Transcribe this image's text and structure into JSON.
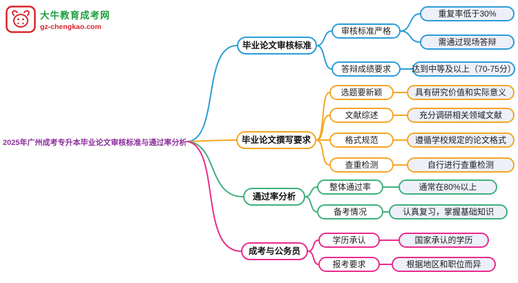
{
  "logo": {
    "site_name": "大牛教育成考网",
    "site_url": "gz-chengkao.com",
    "icon": "bull-logo",
    "brand_green": "#1e9e40",
    "brand_red": "#d7262c"
  },
  "mindmap": {
    "root": {
      "label": "2025年广州成考专升本毕业论文审核标准与通过率分析",
      "color": "#8b2f9c"
    },
    "branch_colors": [
      "#2b9cd8",
      "#f5a623",
      "#3eb07c",
      "#ea2a8c"
    ],
    "branches": [
      {
        "label": "毕业论文审核标准",
        "color": "#2b9cd8",
        "children": [
          {
            "label": "审核标准严格",
            "children": [
              {
                "label": "重复率低于30%"
              },
              {
                "label": "需通过现场答辩"
              }
            ]
          },
          {
            "label": "答辩成绩要求",
            "children": [
              {
                "label": "达到中等及以上（70-75分）"
              }
            ]
          }
        ]
      },
      {
        "label": "毕业论文撰写要求",
        "color": "#f5a623",
        "children": [
          {
            "label": "选题要新颖",
            "children": [
              {
                "label": "具有研究价值和实际意义"
              }
            ]
          },
          {
            "label": "文献综述",
            "children": [
              {
                "label": "充分调研相关领域文献"
              }
            ]
          },
          {
            "label": "格式规范",
            "children": [
              {
                "label": "遵循学校规定的论文格式"
              }
            ]
          },
          {
            "label": "查重检测",
            "children": [
              {
                "label": "自行进行查重检测"
              }
            ]
          }
        ]
      },
      {
        "label": "通过率分析",
        "color": "#3eb07c",
        "children": [
          {
            "label": "整体通过率",
            "children": [
              {
                "label": "通常在80%以上"
              }
            ]
          },
          {
            "label": "备考情况",
            "children": [
              {
                "label": "认真复习，掌握基础知识"
              }
            ]
          }
        ]
      },
      {
        "label": "成考与公务员",
        "color": "#ea2a8c",
        "children": [
          {
            "label": "学历承认",
            "children": [
              {
                "label": "国家承认的学历"
              }
            ]
          },
          {
            "label": "报考要求",
            "children": [
              {
                "label": "根据地区和职位而异"
              }
            ]
          }
        ]
      }
    ]
  }
}
